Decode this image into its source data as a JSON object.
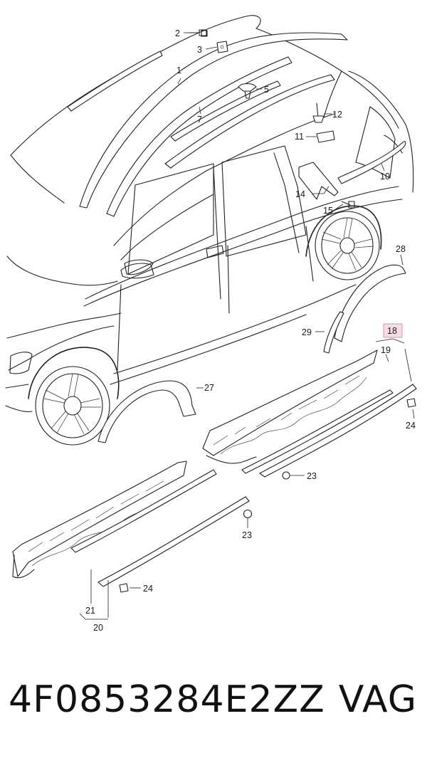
{
  "diagram": {
    "callouts": {
      "c1": "1",
      "c2": "2",
      "c3": "3",
      "c5": "5",
      "c7": "7",
      "c10": "10",
      "c11": "11",
      "c12": "12",
      "c14": "14",
      "c15": "15",
      "c18": "18",
      "c19": "19",
      "c20": "20",
      "c21": "21",
      "c23a": "23",
      "c23b": "23",
      "c24a": "24",
      "c24b": "24",
      "c27": "27",
      "c28": "28",
      "c29": "29"
    },
    "highlighted_callout": "18",
    "highlight_color": "#f6dde3"
  },
  "footer": {
    "part_number": "4F0853284E2ZZ",
    "brand": "VAG"
  }
}
